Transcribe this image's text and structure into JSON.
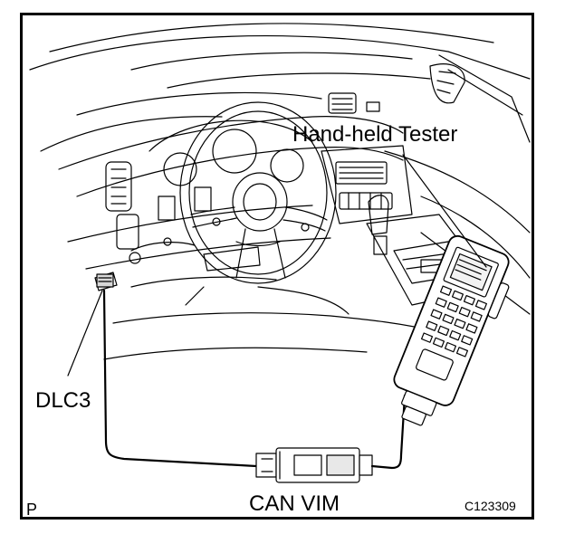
{
  "labels": {
    "tester": "Hand-held Tester",
    "dlc3": "DLC3",
    "can_vim": "CAN VIM",
    "page_marker": "P",
    "figure_code": "C123309"
  }
}
